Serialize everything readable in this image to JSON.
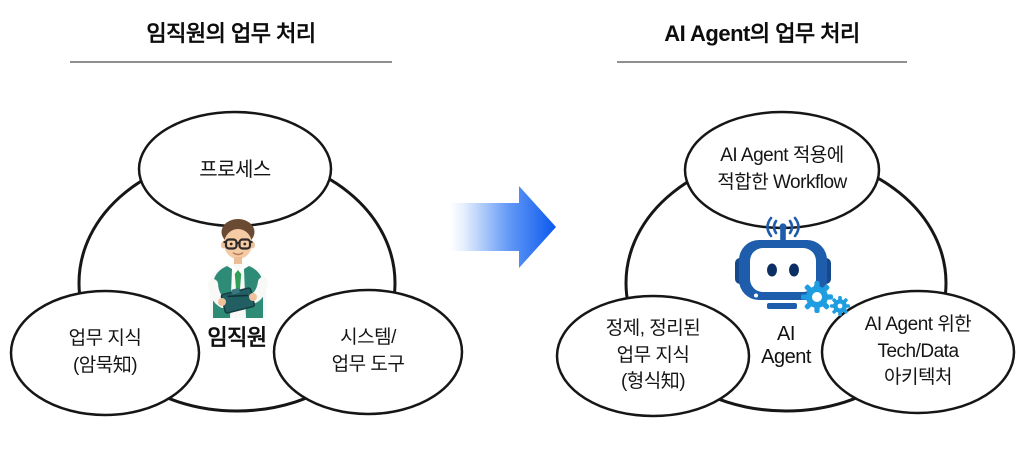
{
  "left_panel": {
    "title": "임직원의 업무 처리",
    "center_label": "임직원",
    "nodes": {
      "top": "프로세스",
      "bottom_left": "업무 지식\n(암묵知)",
      "bottom_right": "시스템/\n업무 도구"
    }
  },
  "right_panel": {
    "title": "AI Agent의 업무 처리",
    "center_label": "AI\nAgent",
    "nodes": {
      "top": "AI Agent 적용에\n적합한 Workflow",
      "bottom_left": "정제, 정리된\n업무 지식\n(형식知)",
      "bottom_right": "AI Agent 위한\nTech/Data\n아키텍처"
    }
  },
  "icons": {
    "arrow": "transform-arrow-icon",
    "employee": "employee-3d-illustration",
    "robot": "ai-robot-icon",
    "gears": "gears-icon",
    "antenna": "antenna-signal-icon"
  },
  "colors": {
    "outline": "#161616",
    "underline_gray": "#8f8f8f",
    "arrow_start": "#ffffff",
    "arrow_end": "#0a58ee",
    "robot_blue": "#1d5dab",
    "robot_ear_blue": "#16498c",
    "gear_blue": "#1e9de0",
    "vest_teal": "#2e8b76",
    "tie_green": "#2fa05a",
    "clipboard_teal": "#215f63"
  }
}
